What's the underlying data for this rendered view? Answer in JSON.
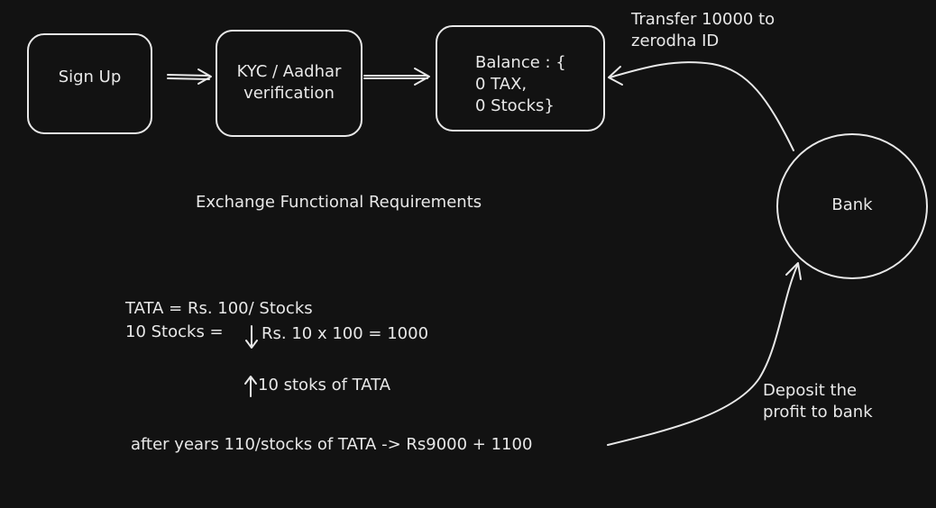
{
  "nodes": {
    "sign_up": "Sign Up",
    "kyc": [
      "KYC / Aadhar",
      "verification"
    ],
    "balance": [
      "Balance : {",
      "0 TAX,",
      "0 Stocks}"
    ],
    "bank": "Bank"
  },
  "title": "Exchange Functional Requirements",
  "notes": {
    "transfer": [
      "Transfer 10000 to",
      "zerodha ID"
    ],
    "deposit": [
      "Deposit the",
      "profit to bank"
    ],
    "price_line": "TATA =  Rs. 100/ Stocks",
    "stocks_label": "10 Stocks =",
    "stocks_calc": "Rs. 10 x 100 = 1000",
    "stocks_tata": "10 stoks of TATA",
    "after_years": "after years 110/stocks of TATA -> Rs9000 + 1100"
  },
  "colors": {
    "background": "#121212",
    "stroke": "#e8e8e8"
  }
}
